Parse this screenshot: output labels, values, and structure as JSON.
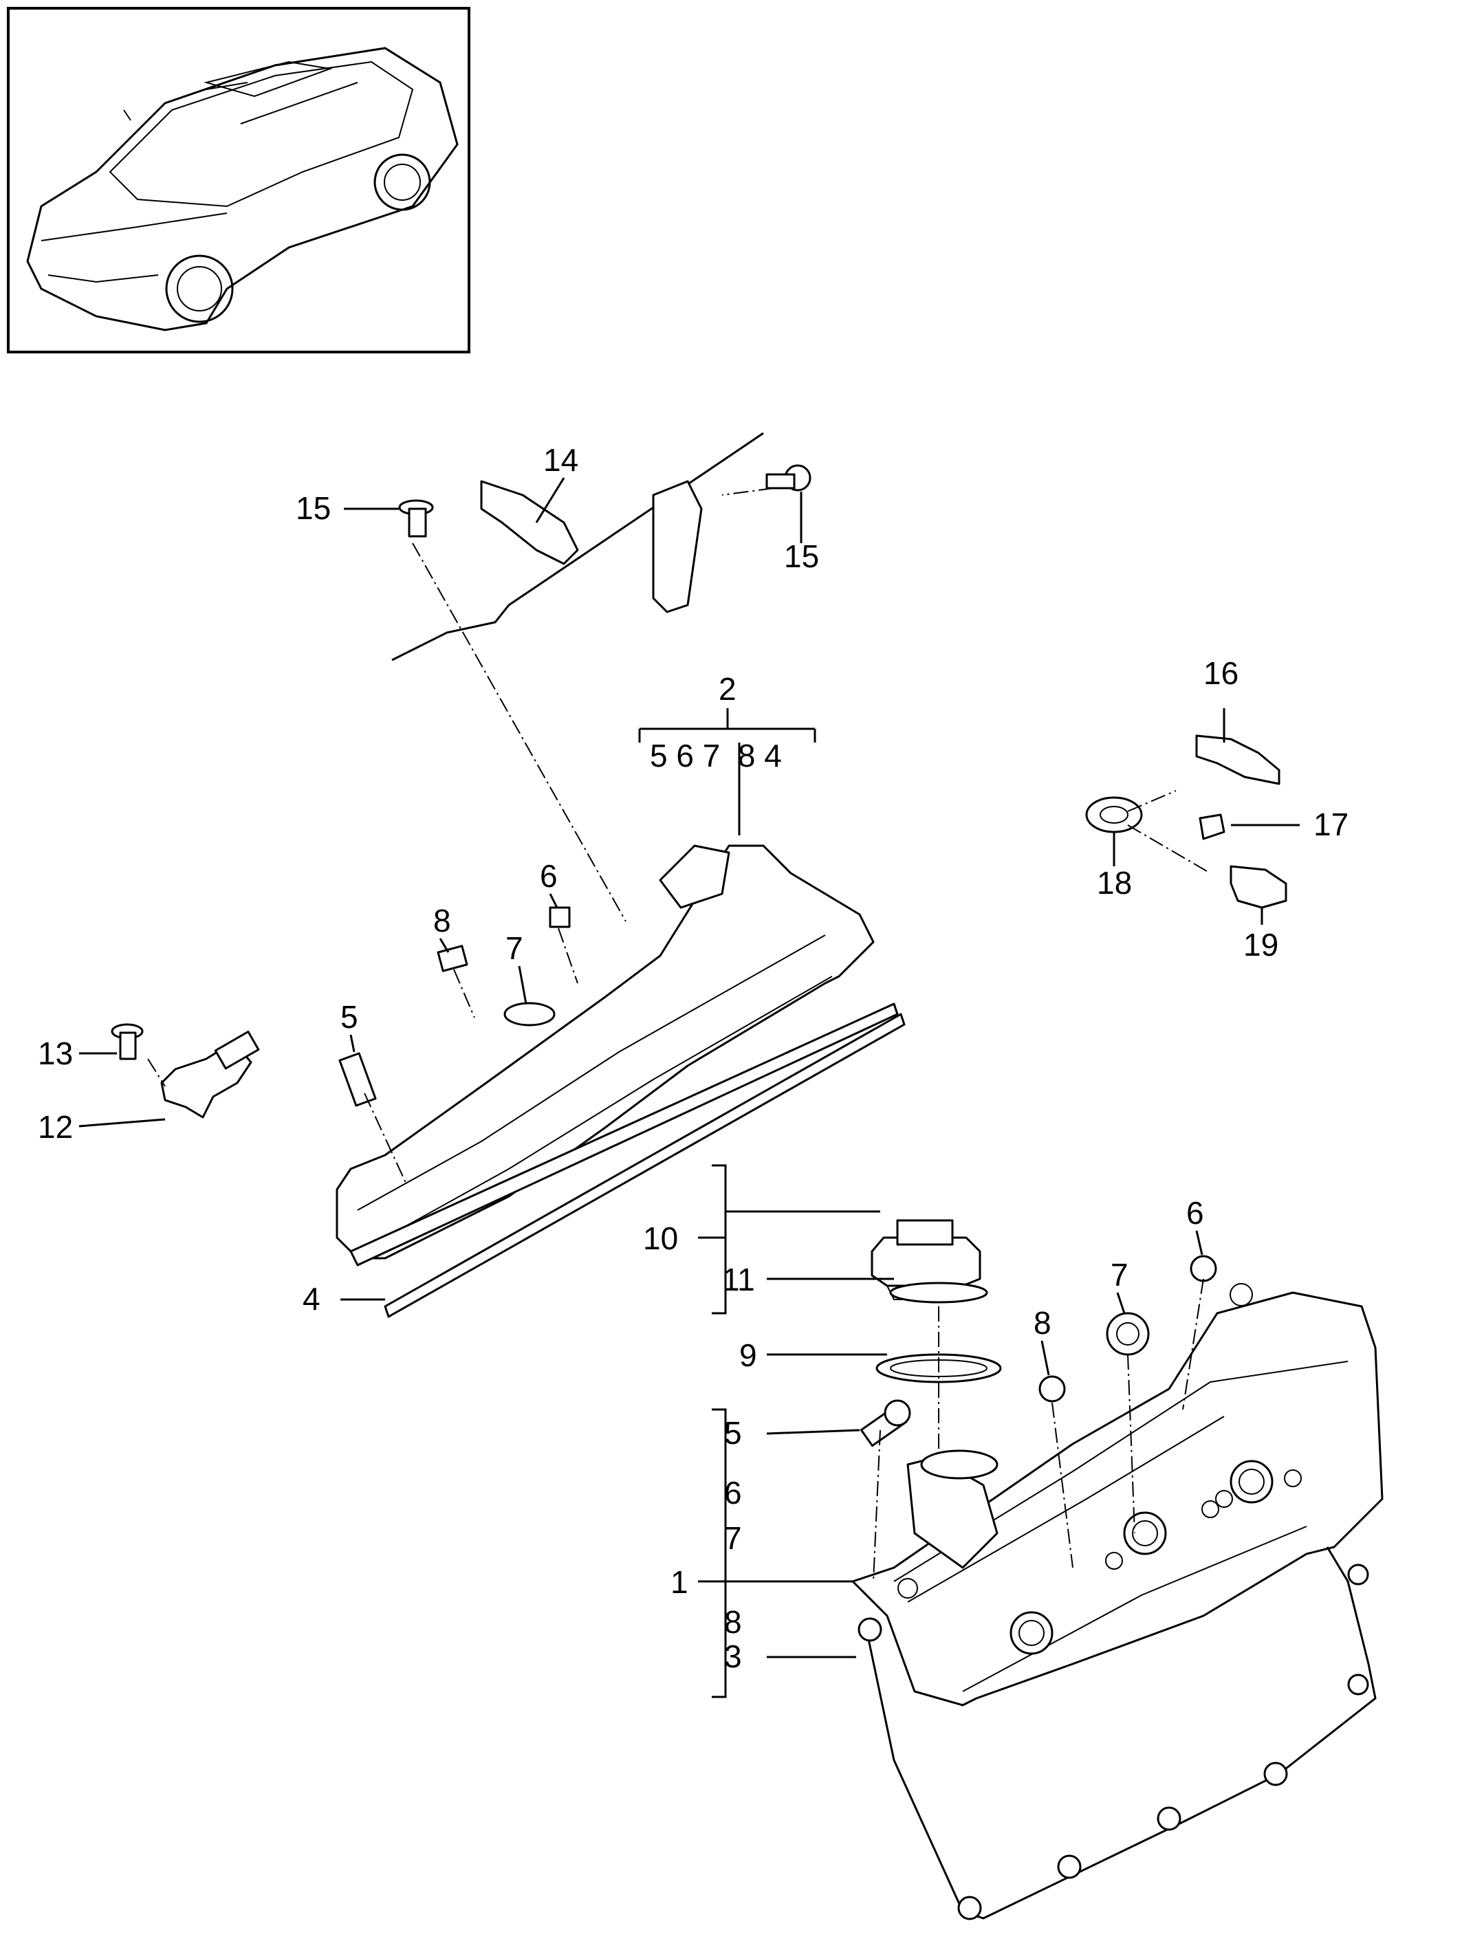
{
  "callouts": {
    "c15a": "15",
    "c14": "14",
    "c15b": "15",
    "c2": "2",
    "c2_sub": "5 6 7  8 4",
    "c16": "16",
    "c17": "17",
    "c18": "18",
    "c19": "19",
    "c8a": "8",
    "c7a": "7",
    "c6a": "6",
    "c5a": "5",
    "c13": "13",
    "c12": "12",
    "c4": "4",
    "c10": "10",
    "c11": "11",
    "c9": "9",
    "c6b": "6",
    "c7b": "7",
    "c8b": "8",
    "c1": "1",
    "c1_5": "5",
    "c1_6": "6",
    "c1_7": "7",
    "c1_8": "8",
    "c1_3": "3"
  }
}
